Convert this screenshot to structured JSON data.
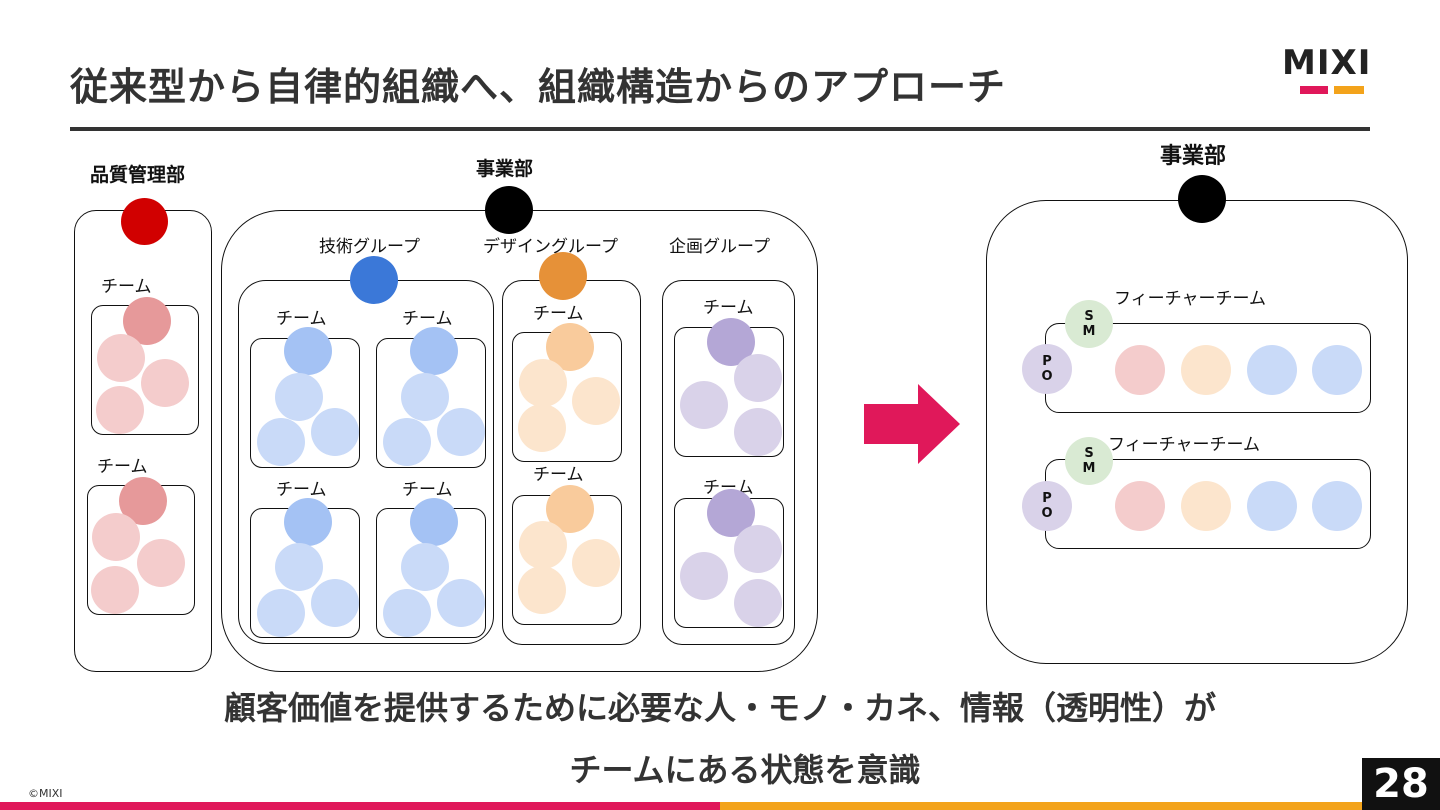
{
  "title": "従来型から自律的組織へ、組織構造からのアプローチ",
  "logo": {
    "text": "MIXI"
  },
  "left": {
    "quality_dept": "品質管理部",
    "business_dept": "事業部",
    "tech_group": "技術グループ",
    "design_group": "デザイングループ",
    "plan_group": "企画グループ",
    "team_label": "チーム"
  },
  "right": {
    "business_dept": "事業部",
    "feature_team": "フィーチャーチーム",
    "sm": [
      "S",
      "M"
    ],
    "po": [
      "P",
      "O"
    ]
  },
  "bottom": {
    "line1": "顧客価値を提供するために必要な人・モノ・カネ、情報（透明性）が",
    "line2": "チームにある状態を意識"
  },
  "footer": {
    "copyright": "©MIXI",
    "page": "28"
  },
  "colors": {
    "quality": "#d10000",
    "black": "#000000",
    "tech": "#3b78d8",
    "design": "#e69138",
    "plan_dark": "#b4a7d6",
    "plan_light": "#d9d2e9",
    "arrow": "#e0185a"
  }
}
